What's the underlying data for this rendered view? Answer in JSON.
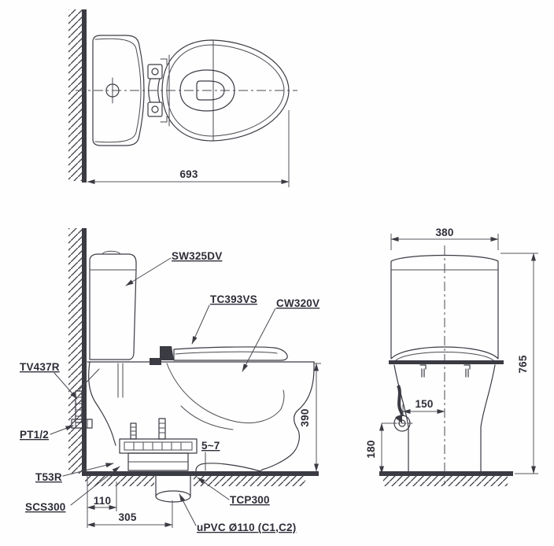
{
  "colors": {
    "line": "#3b3b44",
    "text": "#2d2d38",
    "background": "#ffffff"
  },
  "top_view": {
    "dims": {
      "overall_depth": "693"
    }
  },
  "side_view": {
    "part_labels": {
      "cistern": "SW325DV",
      "seat": "TC393VS",
      "bowl": "CW320V",
      "stop_valve": "TV437R",
      "water_inlet": "PT1/2",
      "fixing": "T53R",
      "connector": "SCS300",
      "floor_flange": "TCP300",
      "drain_pipe": "uPVC Ø110 (C1,C2)",
      "floor_gap": "5~7"
    },
    "dims": {
      "rim_height": "390",
      "wall_to_fixing": "110",
      "wall_to_outlet": "305"
    }
  },
  "front_view": {
    "dims": {
      "cistern_width": "380",
      "overall_height": "765",
      "inlet_offset": "150",
      "inlet_height": "180"
    }
  }
}
